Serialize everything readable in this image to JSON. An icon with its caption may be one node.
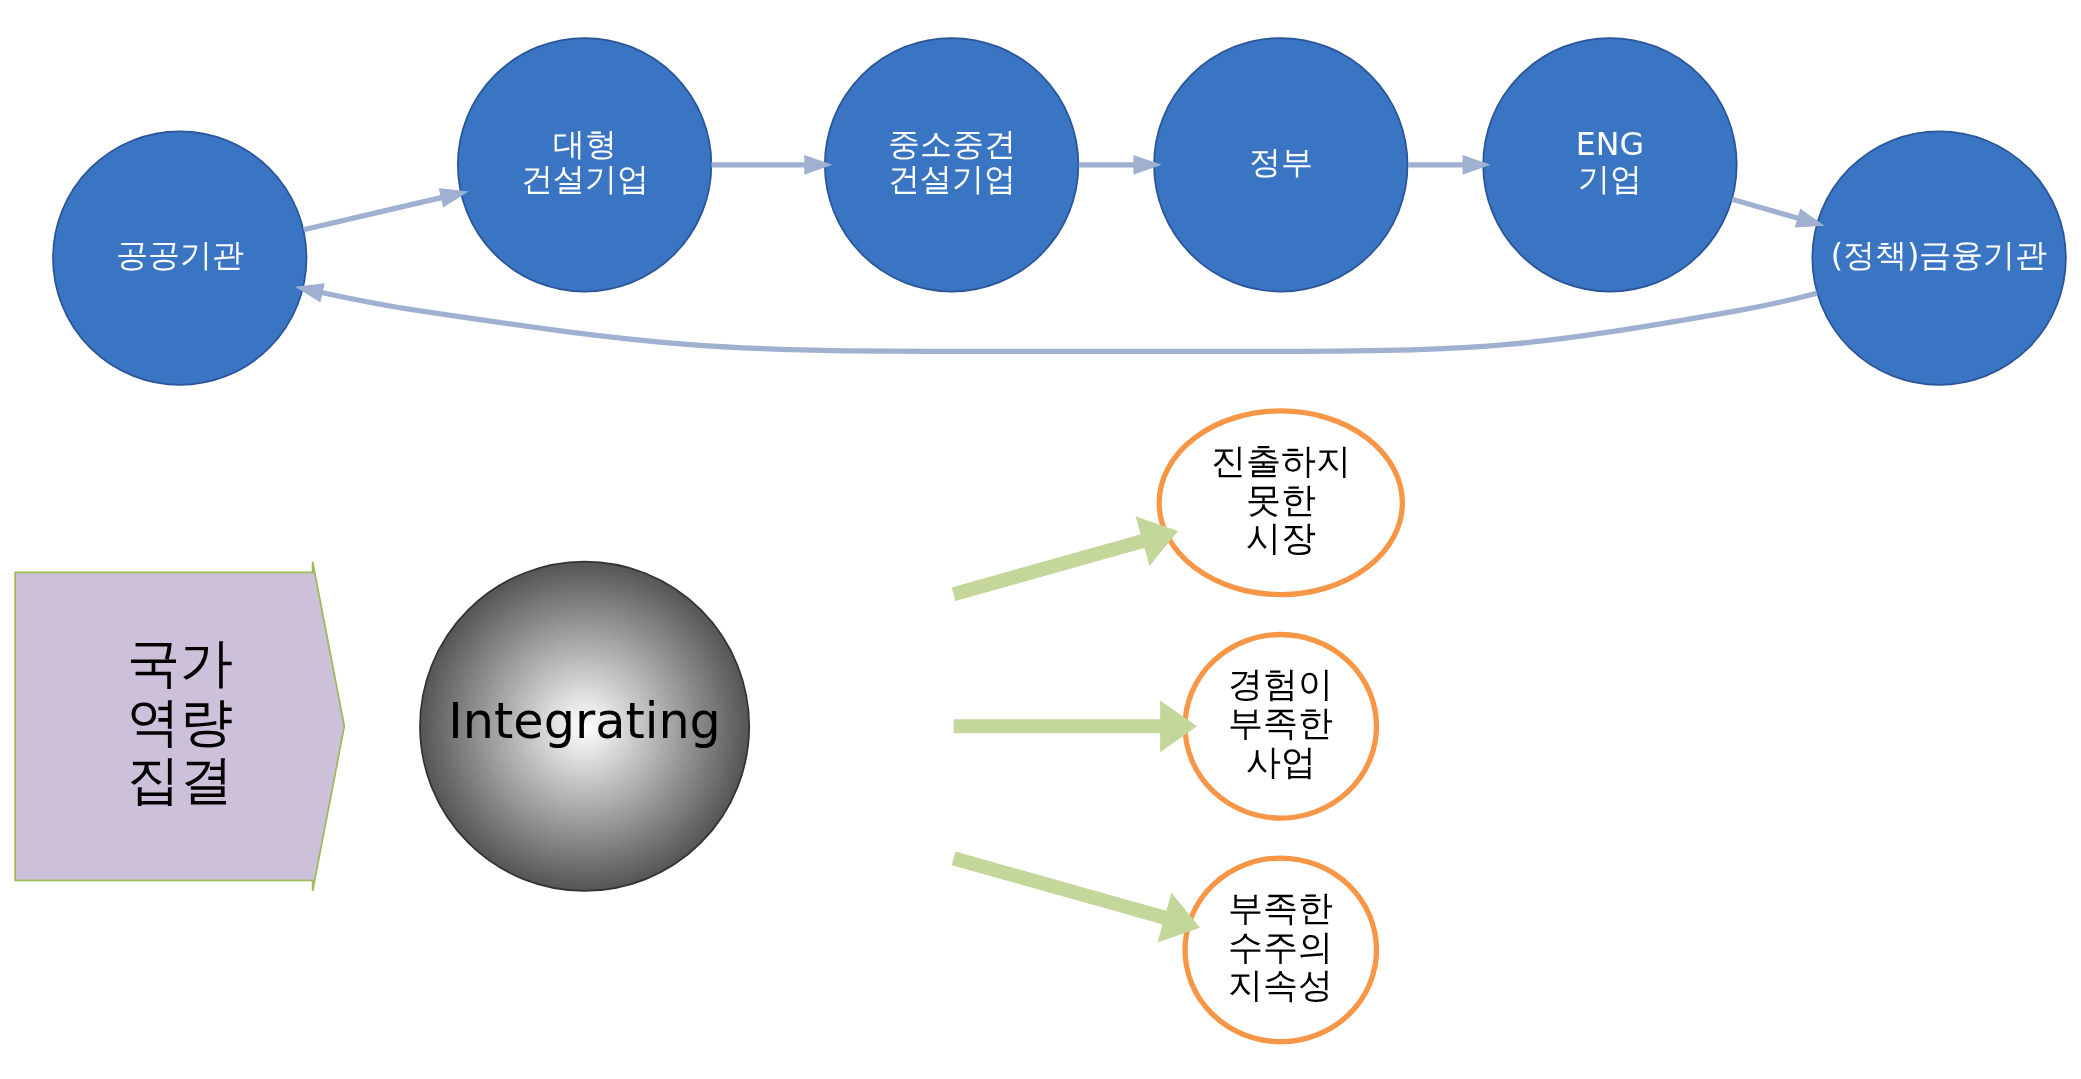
{
  "diagram": {
    "nodes": [
      {
        "text": [
          "국가 역량 집결"
        ]
      },
      {
        "text": [
          "Integrating"
        ]
      },
      {
        "text": [
          "공공기관"
        ]
      },
      {
        "text": [
          "대형 건설기업"
        ]
      },
      {
        "text": [
          "중소중견 건설기업"
        ]
      },
      {
        "text": [
          "정부"
        ]
      },
      {
        "text": [
          "ENG 기업"
        ]
      },
      {
        "text": [
          "(정책)금융기관"
        ]
      },
      {
        "text": [
          "진출하지 못한 시장"
        ]
      },
      {
        "text": [
          "경험이 부족한 사업"
        ]
      },
      {
        "text": [
          "부족한 수주의 지속성"
        ]
      }
    ],
    "edges": [
      {
        "from": 7,
        "to": 2,
        "arrow": "to"
      },
      {
        "from": 2,
        "to": 3,
        "arrow": "to"
      },
      {
        "from": 3,
        "to": 4,
        "arrow": "to"
      },
      {
        "from": 4,
        "to": 5,
        "arrow": "to"
      },
      {
        "from": 5,
        "to": 6,
        "arrow": "to"
      },
      {
        "from": 6,
        "to": 7,
        "arrow": "to"
      },
      {
        "from": null,
        "to": 8,
        "arrow": "to",
        "style": "thick",
        "color": "#c4d79b"
      },
      {
        "from": null,
        "to": 9,
        "arrow": "to",
        "style": "thick",
        "color": "#c4d79b"
      },
      {
        "from": null,
        "to": 10,
        "arrow": "to",
        "style": "thick",
        "color": "#c4d79b"
      }
    ]
  }
}
